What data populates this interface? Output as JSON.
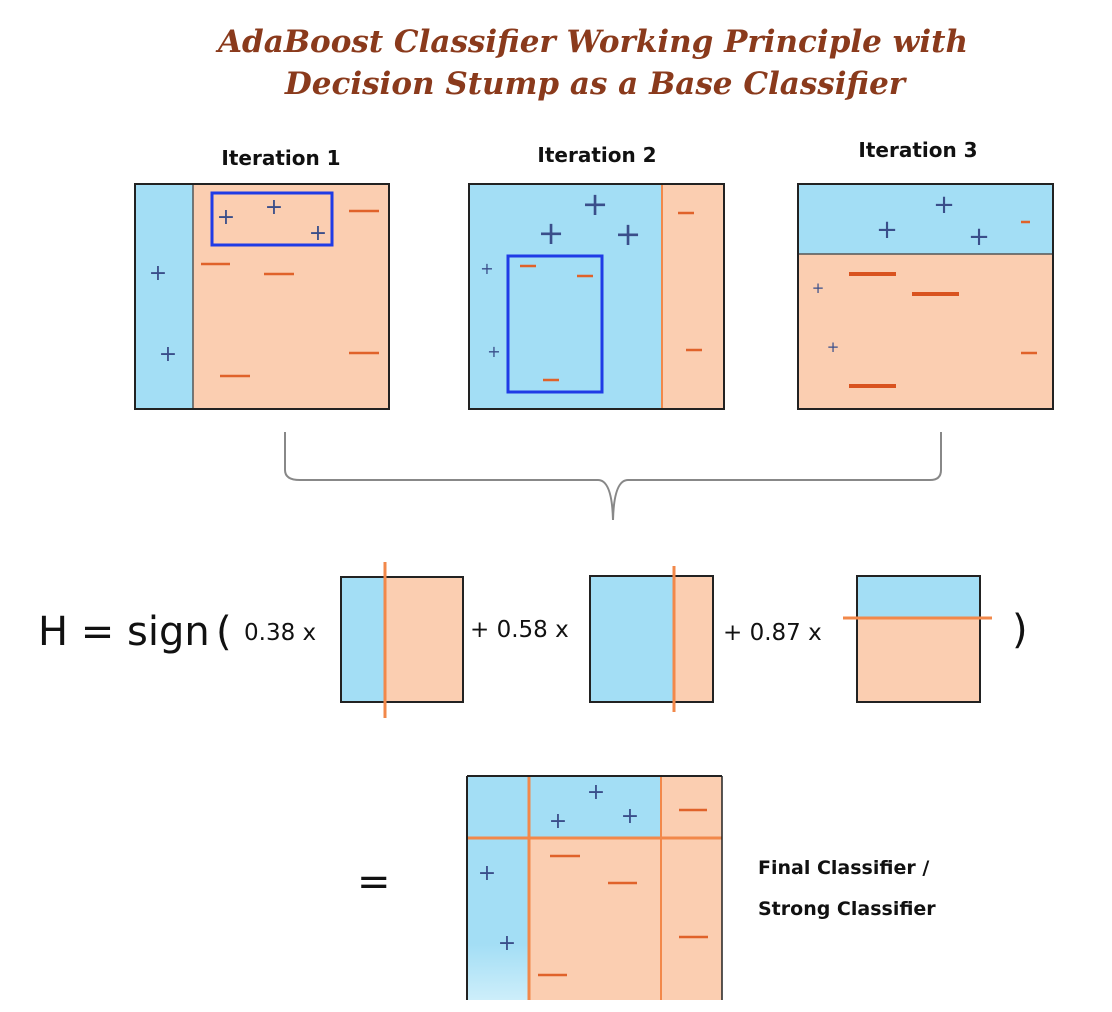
{
  "title": {
    "line1": "AdaBoost Classifier Working Principle with",
    "line2": "Decision Stump as a Base Classifier"
  },
  "iterations": [
    {
      "label": "Iteration 1"
    },
    {
      "label": "Iteration 2"
    },
    {
      "label": "Iteration 3"
    }
  ],
  "equation": {
    "lhs": "H = sign",
    "open_paren": "(",
    "close_paren": ")",
    "term1": "0.38 x",
    "term2": "+ 0.58 x",
    "term3": "+ 0.87 x",
    "equals": "="
  },
  "final_label": {
    "line1": "Final Classifier /",
    "line2": "Strong Classifier"
  },
  "symbols": {
    "plus": "+"
  },
  "colors": {
    "positive_region": "#a3def5",
    "negative_region": "#fbceb1",
    "stump_line": "#f2884a",
    "minus_mark": "#e0622a",
    "plus_mark": "#3a4e8a",
    "highlight_box": "#1f3be6",
    "title": "#8a3a1c",
    "brace": "#888888"
  }
}
